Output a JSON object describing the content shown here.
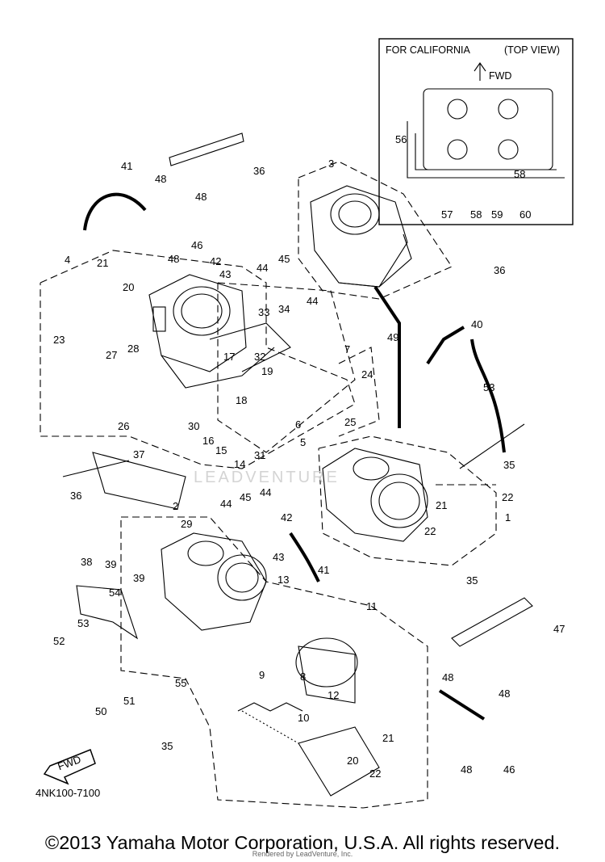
{
  "inset": {
    "title_left": "FOR CALIFORNIA",
    "title_right": "(TOP VIEW)",
    "fwd_label": "FWD"
  },
  "fwd_arrow_label": "FWD",
  "diagram_code": "4NK100-7100",
  "watermark": "LEADVENTURE",
  "copyright": "©2013 Yamaha Motor Corporation, U.S.A. All rights reserved.",
  "render_credit": "Rendered by LeadVenture, Inc.",
  "callouts": [
    "1",
    "2",
    "3",
    "4",
    "5",
    "6",
    "7",
    "8",
    "9",
    "10",
    "11",
    "12",
    "13",
    "14",
    "15",
    "16",
    "17",
    "18",
    "19",
    "20",
    "20",
    "21",
    "21",
    "21",
    "22",
    "22",
    "22",
    "23",
    "24",
    "25",
    "26",
    "27",
    "28",
    "29",
    "30",
    "31",
    "32",
    "33",
    "34",
    "35",
    "35",
    "35",
    "36",
    "36",
    "36",
    "37",
    "38",
    "39",
    "39",
    "40",
    "41",
    "41",
    "42",
    "42",
    "43",
    "43",
    "44",
    "44",
    "44",
    "44",
    "45",
    "45",
    "46",
    "46",
    "47",
    "48",
    "48",
    "48",
    "48",
    "48",
    "48",
    "49",
    "50",
    "51",
    "52",
    "53",
    "53",
    "54",
    "55",
    "56",
    "57",
    "58",
    "58",
    "59",
    "60"
  ]
}
